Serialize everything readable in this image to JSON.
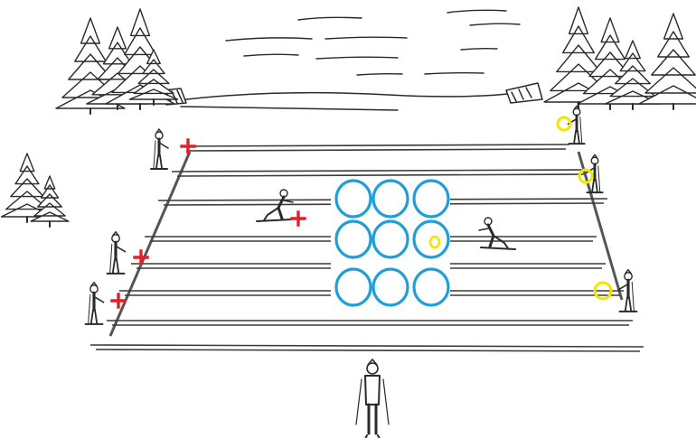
{
  "colors": {
    "ink": "#2a2a2a",
    "target_ring": "#1f9ed8",
    "cross_marker": "#e0202a",
    "circle_marker": "#f2e600",
    "background": "#ffffff"
  },
  "icons": {
    "tree": "pine-tree-icon",
    "skier": "skier-figure-icon",
    "cross": "red-cross-icon",
    "ring": "yellow-ring-icon",
    "target": "blue-target-circle-icon"
  },
  "grid": {
    "rows": 3,
    "cols": 3,
    "highlighted_cell": {
      "row": 1,
      "col": 2
    }
  }
}
